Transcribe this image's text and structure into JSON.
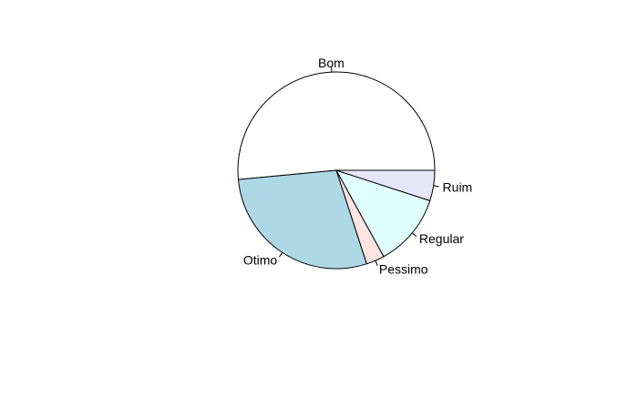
{
  "chart_data": {
    "type": "pie",
    "title": "",
    "start_angle": "counterclockwise from 3 o'clock",
    "categories": [
      "Bom",
      "Otimo",
      "Pessimo",
      "Regular",
      "Ruim"
    ],
    "values": [
      51.5,
      28.5,
      3.0,
      12.0,
      5.0
    ],
    "colors": [
      "#FFFFFF",
      "#ADD8E6",
      "#FFE4E1",
      "#E0FFFF",
      "#E6E6FA"
    ],
    "stroke_color": "#000000"
  }
}
